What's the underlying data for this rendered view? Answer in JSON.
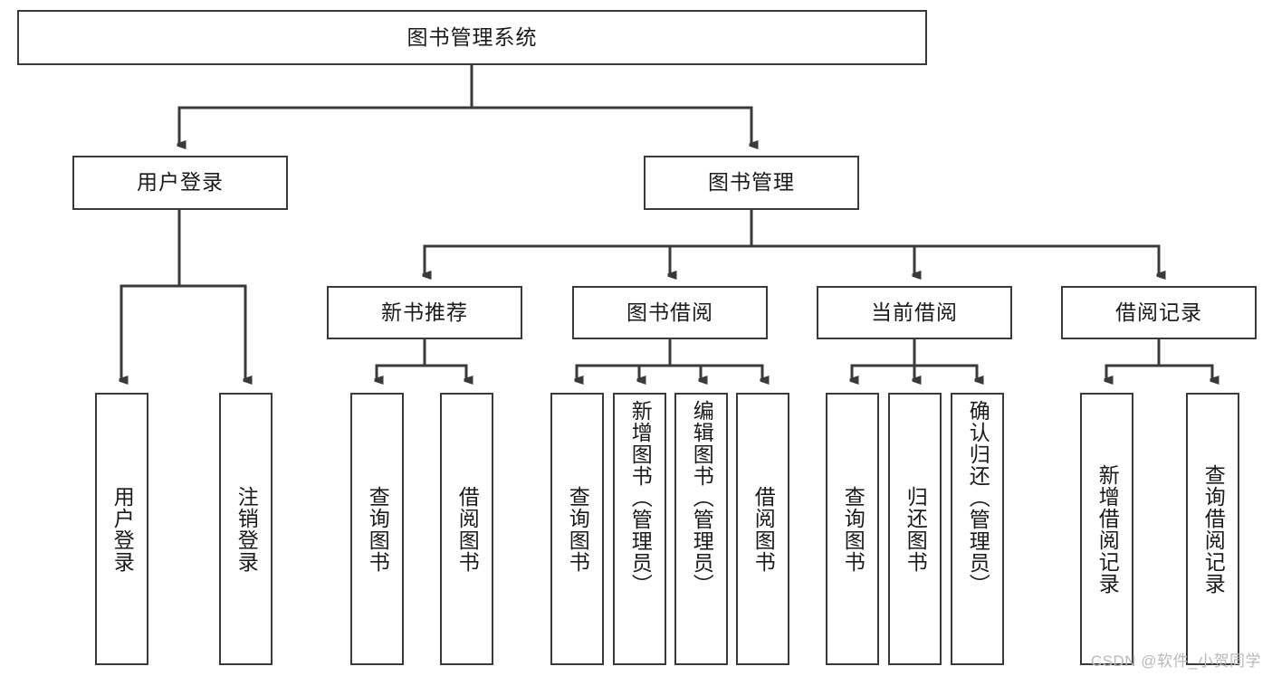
{
  "diagram": {
    "title": "图书管理系统",
    "type": "hierarchy-tree",
    "root": {
      "label": "图书管理系统"
    },
    "level2": [
      {
        "label": "用户登录"
      },
      {
        "label": "图书管理"
      }
    ],
    "level3": [
      {
        "label": "新书推荐"
      },
      {
        "label": "图书借阅"
      },
      {
        "label": "当前借阅"
      },
      {
        "label": "借阅记录"
      }
    ],
    "leaves": {
      "user_login": [
        {
          "label": "用户登录"
        },
        {
          "label": "注销登录"
        }
      ],
      "new_book_recommend": [
        {
          "label": "查询图书"
        },
        {
          "label": "借阅图书"
        }
      ],
      "book_borrow": [
        {
          "label": "查询图书"
        },
        {
          "label": "新增图书（管理员）"
        },
        {
          "label": "编辑图书（管理员）"
        },
        {
          "label": "借阅图书"
        }
      ],
      "current_borrow": [
        {
          "label": "查询图书"
        },
        {
          "label": "归还图书"
        },
        {
          "label": "确认归还（管理员）"
        }
      ],
      "borrow_record": [
        {
          "label": "新增借阅记录"
        },
        {
          "label": "查询借阅记录"
        }
      ]
    }
  },
  "watermark": {
    "text": "CSDN @软件_小贺同学"
  },
  "colors": {
    "stroke": "#3a3a3a",
    "fill": "#ffffff",
    "text": "#1a1a1a",
    "watermark": "#b9b9b9"
  }
}
